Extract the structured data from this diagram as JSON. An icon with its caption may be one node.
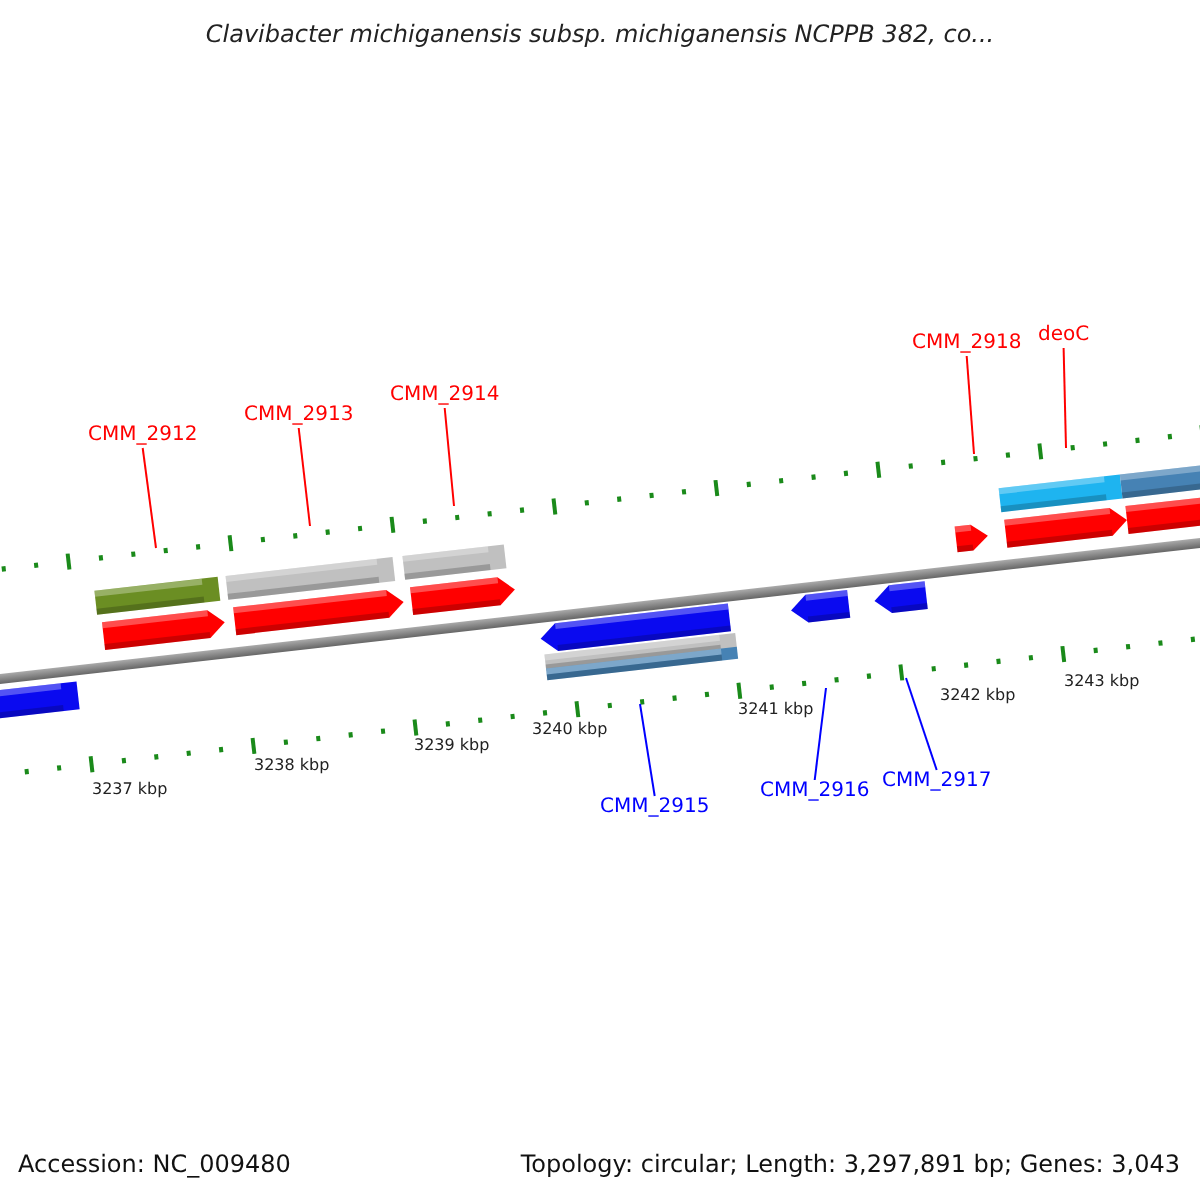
{
  "diagram": {
    "title": "Clavibacter michiganensis subsp. michiganensis NCPPB 382, co...",
    "nodes": [
      {
        "text": [
          "CMM_2912"
        ]
      },
      {
        "text": [
          "CMM_2913"
        ]
      },
      {
        "text": [
          "CMM_2914"
        ]
      },
      {
        "text": [
          "CMM_2918"
        ]
      },
      {
        "text": [
          "deoC"
        ]
      },
      {
        "text": [
          "CMM_2915"
        ]
      },
      {
        "text": [
          "CMM_2916"
        ]
      },
      {
        "text": [
          "CMM_2917"
        ]
      }
    ],
    "edges": [
      {
        "from": 0,
        "to": null,
        "arrow": "none"
      },
      {
        "from": 1,
        "to": null,
        "arrow": "none"
      },
      {
        "from": 2,
        "to": null,
        "arrow": "none"
      },
      {
        "from": 3,
        "to": null,
        "arrow": "none"
      },
      {
        "from": 4,
        "to": null,
        "arrow": "none"
      },
      {
        "from": 5,
        "to": null,
        "arrow": "none",
        "color": "#0000ff"
      },
      {
        "from": 6,
        "to": null,
        "arrow": "none",
        "color": "#0000ff"
      },
      {
        "from": 7,
        "to": null,
        "arrow": "none",
        "color": "#0000ff"
      }
    ],
    "labels": [
      "3237 kbp",
      "3238 kbp",
      "3239 kbp",
      "3240 kbp",
      "3241 kbp",
      "3242 kbp",
      "3243 kbp",
      "Accession: NC_009480",
      "Topology: circular; Length: 3,297,891 bp; Genes: 3,043"
    ]
  }
}
